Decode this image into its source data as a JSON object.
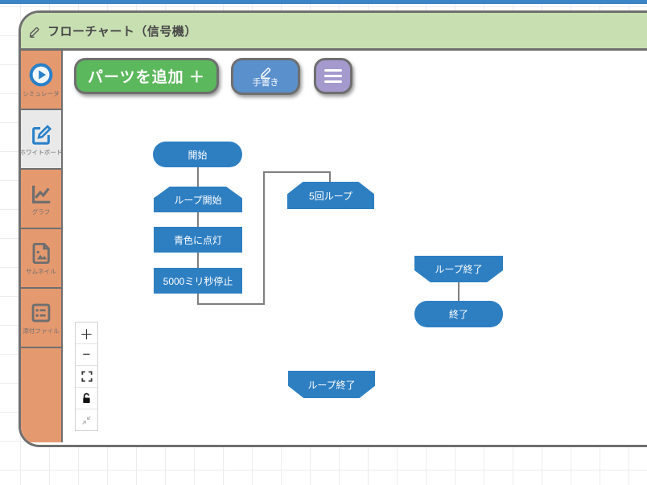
{
  "header": {
    "title": "フローチャート（信号機）"
  },
  "sidebar": {
    "items": [
      {
        "label": "シミュレータ",
        "icon": "play-circle-icon",
        "selected": false
      },
      {
        "label": "ホワイトボード",
        "icon": "edit-square-icon",
        "selected": true
      },
      {
        "label": "グラフ",
        "icon": "line-chart-icon",
        "selected": false
      },
      {
        "label": "サムネイル",
        "icon": "image-file-icon",
        "selected": false
      },
      {
        "label": "添付ファイル",
        "icon": "list-icon",
        "selected": false
      }
    ]
  },
  "toolbar": {
    "add_parts_label": "パーツを追加 ＋",
    "handwriting_label": "手書き",
    "menu_icon": "hamburger-menu-icon"
  },
  "canvas": {
    "nodes": [
      {
        "id": "start",
        "shape": "stadium",
        "label": "開始"
      },
      {
        "id": "loop-start",
        "shape": "loop-start",
        "label": "ループ開始"
      },
      {
        "id": "action-blue-light",
        "shape": "rect",
        "label": "青色に点灯"
      },
      {
        "id": "action-wait",
        "shape": "rect",
        "label": "5000ミリ秒停止"
      },
      {
        "id": "loop-count",
        "shape": "loop-start",
        "label": "5回ループ"
      },
      {
        "id": "loop-end-right",
        "shape": "loop-end",
        "label": "ループ終了"
      },
      {
        "id": "end",
        "shape": "stadium",
        "label": "終了"
      },
      {
        "id": "loop-end-floating",
        "shape": "loop-end",
        "label": "ループ終了"
      }
    ],
    "zoom_controls": {
      "zoom_in": "＋",
      "zoom_out": "−",
      "others": [
        "fit-screen-icon",
        "unlock-icon",
        "collapse-icon"
      ]
    }
  },
  "colors": {
    "top_bar": "#3d84c7",
    "header_bg": "#c8dfb2",
    "panel_border": "#6f6f6f",
    "sidebar_bg": "#e5996f",
    "sidebar_selected_bg": "#e9e9e9",
    "node_blue": "#2e7fc2",
    "connector_gray": "#7f7f7f",
    "button_green": "#5cb85c",
    "button_blue": "#5a90cc",
    "button_purple": "#a49ace",
    "accent_blue": "#2980c9"
  }
}
